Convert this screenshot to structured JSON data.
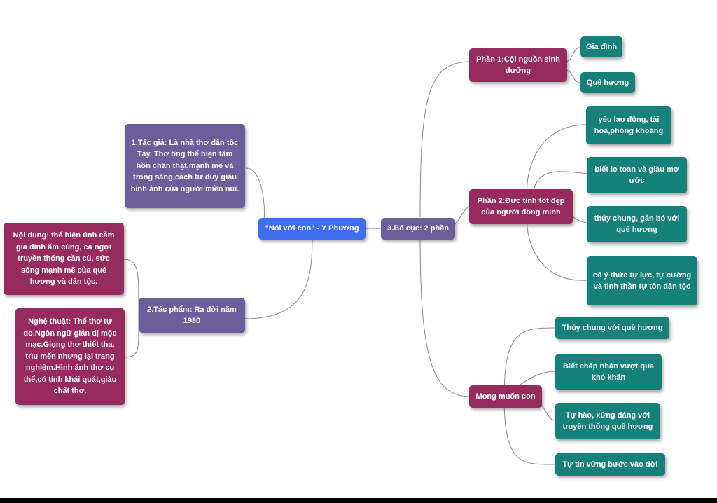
{
  "colors": {
    "root": "#3f6ff0",
    "branch": "#6b5f9b",
    "part": "#982b5e",
    "leaf": "#16807b",
    "connector": "#8a8a8a"
  },
  "mindmap": {
    "root": "\"Nói với con\" - Y Phương",
    "author": "1.Tác giả: Là nhà thơ dân tộc Tày. Thơ ông thể hiện tâm hồn chân thật,mạnh mẽ và trong sáng,cách tư duy giàu hình ảnh của người miền núi.",
    "work": "2.Tác phẩm: Ra đời năm 1980",
    "content": "Nội dung: thể hiện tình cảm gia đình ấm cúng, ca ngợi truyền thống cần cù, sức sống mạnh mẽ của quê hương và dân tộc.",
    "art": "Nghệ thuật: Thể thơ tự do.Ngôn ngữ giản dị mộc mạc.Giọng thơ thiết tha, trìu mến nhưng lại trang nghiêm.Hình ảnh thơ cụ thể,có tính khái quát,giàu chất thơ.",
    "structure": "3.Bố cục: 2 phần",
    "part1": {
      "label": "Phần 1:Cội nguồn sinh dưỡng",
      "items": [
        "Gia đình",
        "Quê hương"
      ]
    },
    "part2": {
      "label": "Phần 2:Đức tính tốt đẹp của người đồng mình",
      "items": [
        "yêu lao động, tài hoa,phóng  khoáng",
        "biết lo toan và giàu mơ ước",
        "thủy chung, gắn bó với quê hương",
        "có ý thức tự lực, tự cường và tinh thần tự tôn dân tộc"
      ]
    },
    "wish": {
      "label": "Mong muốn con",
      "items": [
        "Thủy chung với quê hương",
        "Biết chấp nhận vượt qua khó khăn",
        "Tự hào, xứng đáng với truyền thống quê hương",
        "Tự tin vững bước vào đời"
      ]
    }
  }
}
